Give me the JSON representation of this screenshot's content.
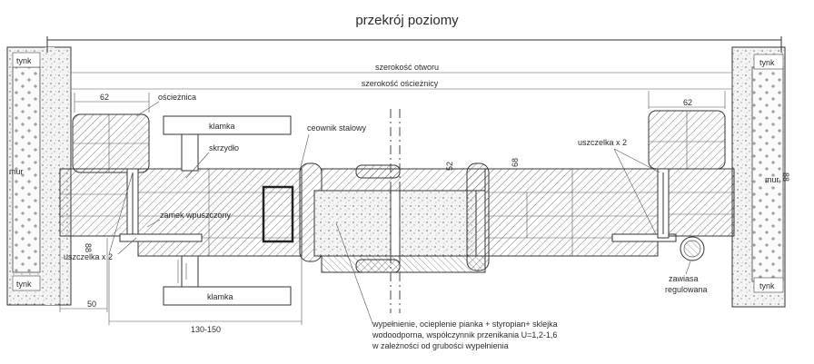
{
  "title": "przekrój poziomy",
  "labels": {
    "tynk": "tynk",
    "mur": "mur",
    "szerokosc_otworu": "szerokość otworu",
    "szerokosc_oscieznicy": "szerokość ościeżnicy",
    "oscieznica": "ościeżnica",
    "klamka": "klamka",
    "skrzydlo": "skrzydło",
    "ceownik": "ceownik stalowy",
    "zamek": "zamek wpuszczony",
    "uszczelka": "uszczelka x 2",
    "zawiasa_1": "zawiasa",
    "zawiasa_2": "regulowana",
    "wypelnienie_1": "wypełnienie, ocieplenie pianka + styropian+ sklejka",
    "wypelnienie_2": "wodoodporna, współczynnik przenikania U=1,2-1,6",
    "wypelnienie_3": "w zależności od grubości wypełnienia"
  },
  "dimensions": {
    "d62": "62",
    "d88": "88",
    "d50": "50",
    "d130_150": "130-150",
    "d52": "52",
    "d68": "68"
  },
  "colors": {
    "line": "#333333",
    "text": "#2a2a2a",
    "paper": "#ffffff"
  }
}
